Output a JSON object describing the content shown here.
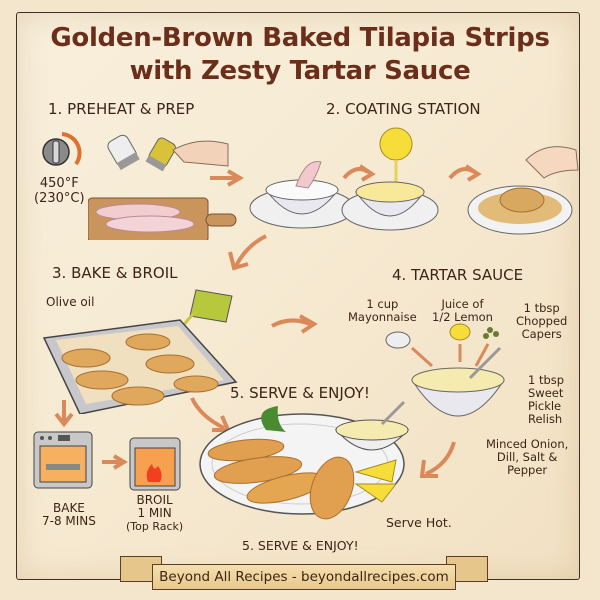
{
  "title": {
    "line1": "Golden-Brown Baked Tilapia Strips",
    "line2": "with Zesty Tartar Sauce"
  },
  "steps": [
    {
      "heading": "1. PREHEAT & PREP",
      "oven_temp_f": "450°F",
      "oven_temp_c": "(230°C)"
    },
    {
      "heading": "2. COATING STATION"
    },
    {
      "heading": "3. BAKE & BROIL",
      "oil_label": "Olive oil",
      "bake_label_1": "BAKE",
      "bake_label_2": "7-8 MINS",
      "broil_label_1": "BROIL",
      "broil_label_2": "1 MIN",
      "broil_label_3": "(Top Rack)"
    },
    {
      "heading": "4. TARTAR SAUCE",
      "ingredients": [
        {
          "line1": "1 cup",
          "line2": "Mayonnaise"
        },
        {
          "line1": "Juice of",
          "line2": "1/2 Lemon"
        },
        {
          "line1": "1 tbsp",
          "line2": "Chopped",
          "line3": "Capers"
        },
        {
          "line1": "1 tbsp",
          "line2": "Sweet",
          "line3": "Pickle",
          "line4": "Relish"
        },
        {
          "line1": "Minced Onion,",
          "line2": "Dill, Salt &",
          "line3": "Pepper"
        }
      ]
    },
    {
      "heading": "5. SERVE & ENJOY!",
      "heading_bottom": "5. SERVE & ENJOY!",
      "note": "Serve Hot."
    }
  ],
  "footer": {
    "banner": "Beyond All Recipes - beyondallrecipes.com"
  },
  "colors": {
    "title": "#6a2e1a",
    "text": "#3d2418",
    "arrow": "#d9895a",
    "paper": "#f6ead2",
    "banner": "#e8c88c"
  }
}
